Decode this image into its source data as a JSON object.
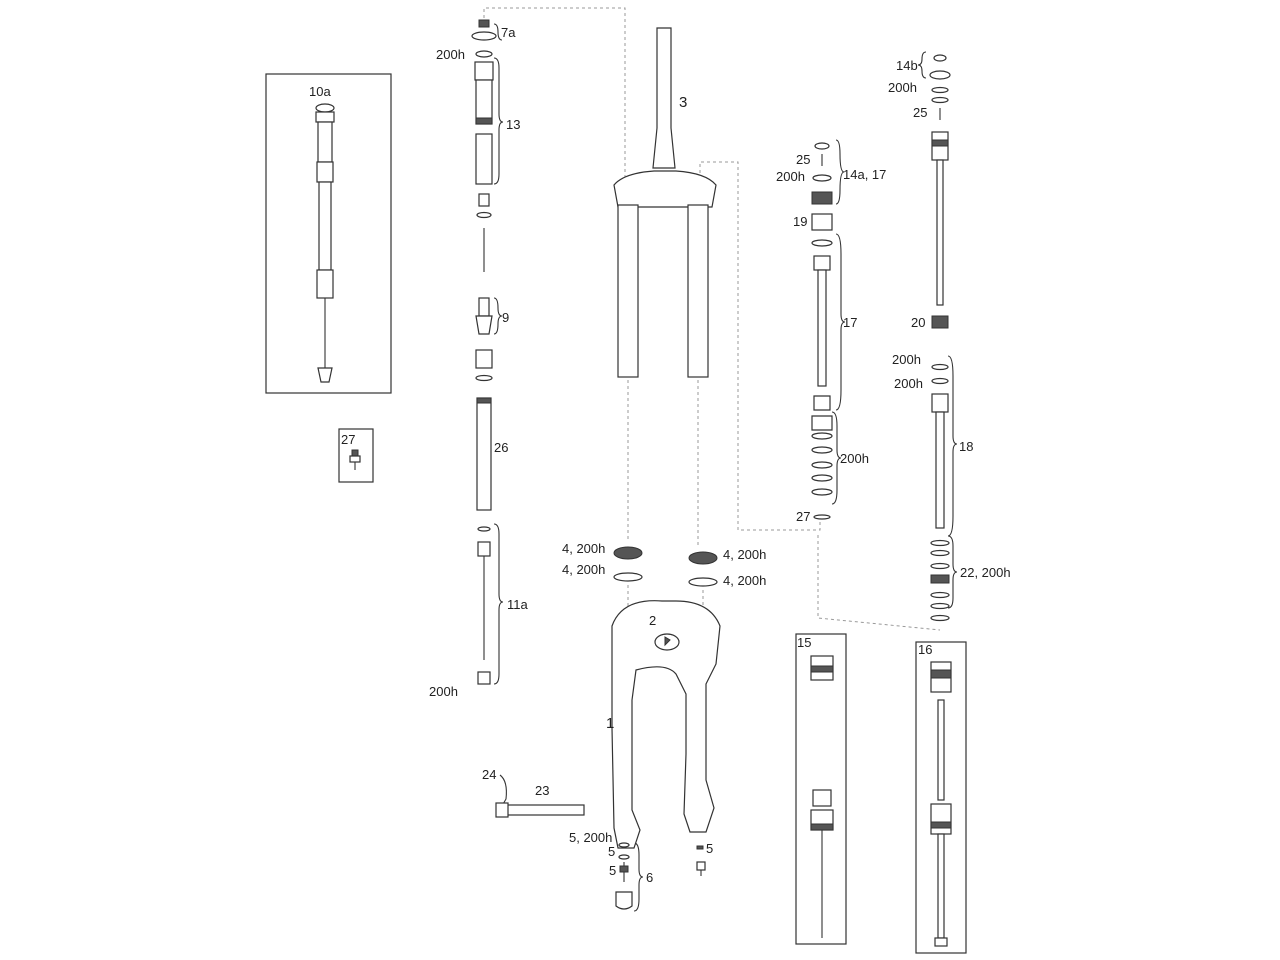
{
  "diagram": {
    "title": "Suspension fork exploded parts view",
    "labels": [
      "7a",
      "200h",
      "13",
      "10a",
      "3",
      "9",
      "26",
      "27",
      "11a",
      "200h",
      "4, 200h",
      "4, 200h",
      "4, 200h",
      "4, 200h",
      "2",
      "1",
      "24",
      "23",
      "5, 200h",
      "5",
      "5",
      "6",
      "5",
      "25",
      "200h",
      "14a, 17",
      "19",
      "17",
      "200h",
      "27",
      "14b",
      "200h",
      "25",
      "20",
      "200h",
      "200h",
      "18",
      "22, 200h",
      "15",
      "16"
    ]
  }
}
